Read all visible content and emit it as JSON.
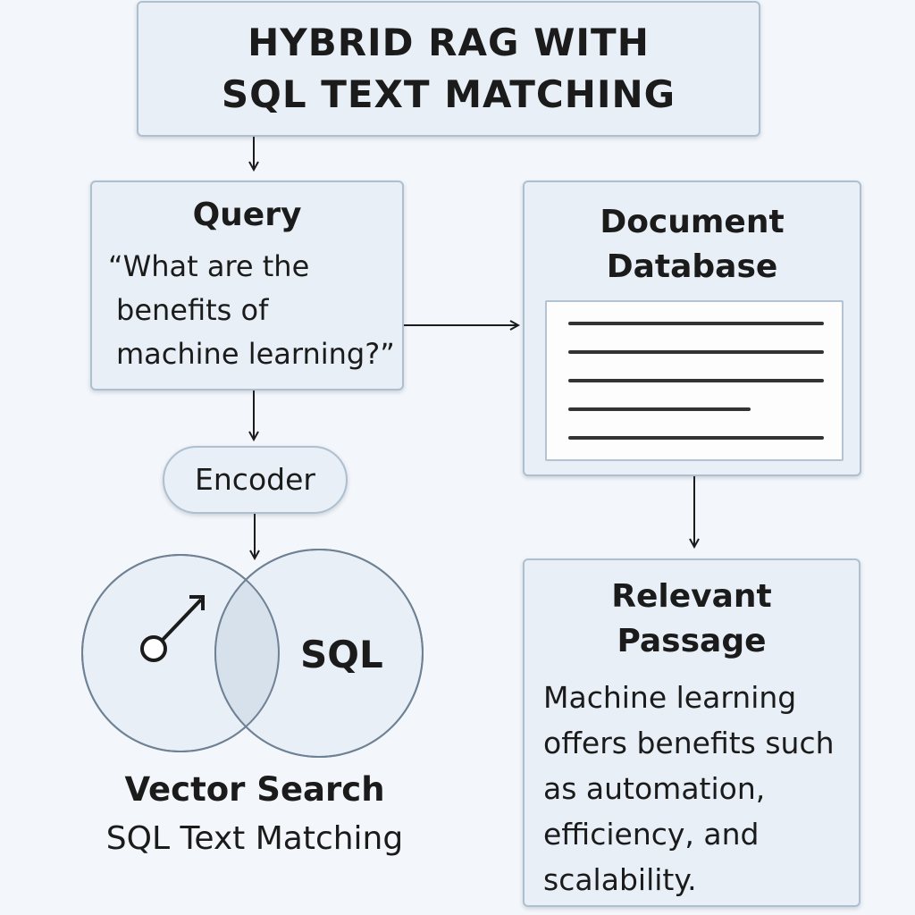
{
  "title": {
    "line1": "HYBRID RAG WITH",
    "line2": "SQL TEXT MATCHING"
  },
  "query": {
    "heading": "Query",
    "text_lines": [
      "“What are the",
      "benefits of",
      "machine learning?”"
    ]
  },
  "document_database": {
    "heading_lines": [
      "Document",
      "Database"
    ]
  },
  "encoder": {
    "label": "Encoder"
  },
  "venn": {
    "right_label": "SQL",
    "left_icon": "vector-arrow-icon"
  },
  "captions": {
    "vector_search": "Vector Search",
    "sql_text_matching": "SQL Text Matching"
  },
  "relevant_passage": {
    "heading_lines": [
      "Relevant",
      "Passage"
    ],
    "text_lines": [
      "Machine learning",
      "offers benefits such",
      "as automation,",
      "efficiency, and",
      "scalability."
    ]
  },
  "colors": {
    "box_fill": "#e8eff6",
    "box_border": "#aebfd0",
    "background": "#f3f6fa",
    "overlap_fill": "#d6e1ec",
    "ink": "#1b1b1b"
  }
}
